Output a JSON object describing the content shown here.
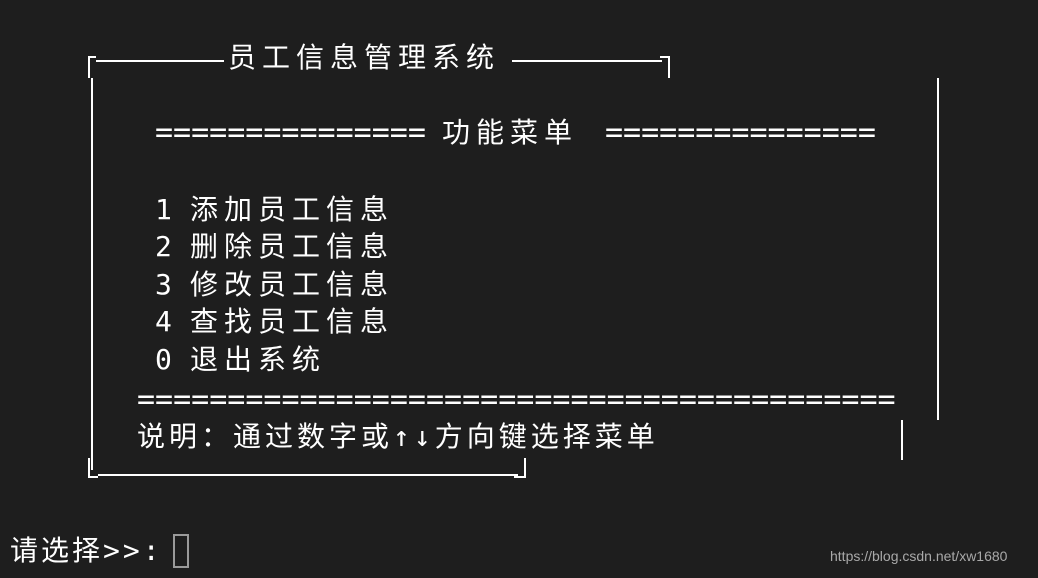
{
  "window": {
    "title": "员工信息管理系统",
    "menu_header": {
      "left_rule": "===============",
      "label": "功能菜单",
      "right_rule": "==============="
    },
    "menu_items": [
      {
        "key": "1",
        "label": "添加员工信息"
      },
      {
        "key": "2",
        "label": "删除员工信息"
      },
      {
        "key": "3",
        "label": "修改员工信息"
      },
      {
        "key": "4",
        "label": "查找员工信息"
      },
      {
        "key": "0",
        "label": "退出系统"
      }
    ],
    "separator": "==========================================",
    "hint": "说明：通过数字或↑↓方向键选择菜单",
    "prompt": "请选择>>:",
    "input_value": ""
  },
  "watermark": "https://blog.csdn.net/xw1680"
}
